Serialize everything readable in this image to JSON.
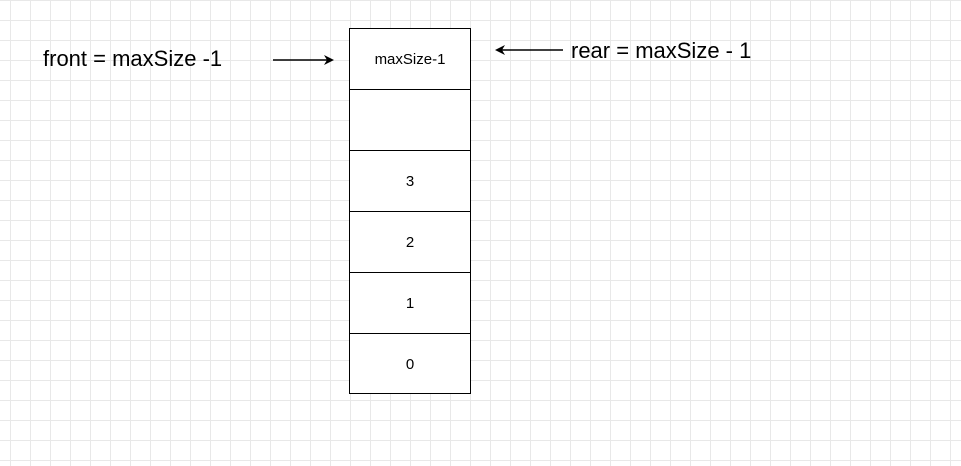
{
  "front_label": "front = maxSize -1",
  "rear_label": "rear = maxSize - 1",
  "cells": [
    "maxSize-1",
    "",
    "3",
    "2",
    "1",
    "0"
  ],
  "colors": {
    "line": "#000000",
    "grid": "#e8e8e8",
    "background": "#ffffff"
  }
}
